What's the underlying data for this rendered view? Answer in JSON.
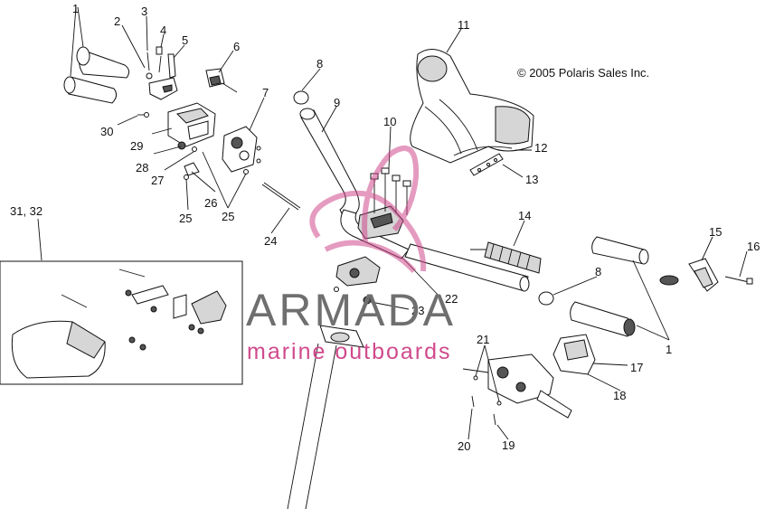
{
  "copyright": "© 2005 Polaris Sales Inc.",
  "watermark": {
    "brand": "ARMADA",
    "tagline": "marine outboards",
    "accent_color": "#d04a8c",
    "text_color": "#6f6f6f"
  },
  "callouts": {
    "c1a": "1",
    "c1b": "1",
    "c2": "2",
    "c3": "3",
    "c4": "4",
    "c5": "5",
    "c6": "6",
    "c7": "7",
    "c8a": "8",
    "c8b": "8",
    "c9": "9",
    "c10": "10",
    "c11": "11",
    "c12": "12",
    "c13": "13",
    "c14": "14",
    "c15": "15",
    "c16": "16",
    "c17": "17",
    "c18": "18",
    "c19": "19",
    "c20": "20",
    "c21": "21",
    "c22": "22",
    "c23": "23",
    "c24": "24",
    "c25a": "25",
    "c25b": "25",
    "c26": "26",
    "c27": "27",
    "c28": "28",
    "c29": "29",
    "c30": "30",
    "c31": "31, 32"
  }
}
